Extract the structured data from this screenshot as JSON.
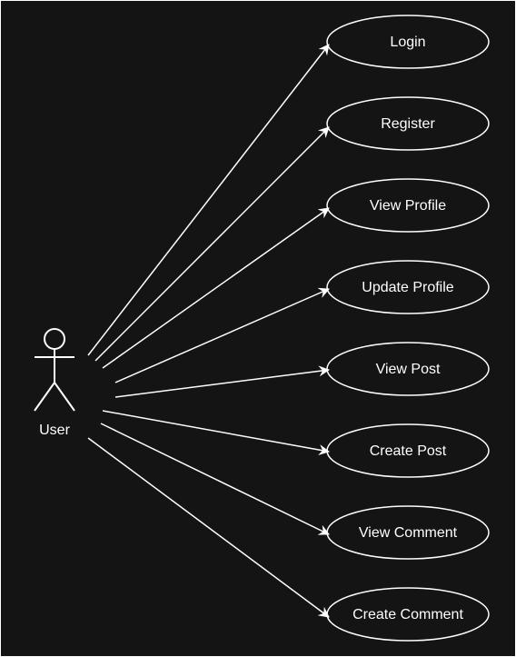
{
  "actor": {
    "label": "User"
  },
  "use_cases": [
    {
      "label": "Login"
    },
    {
      "label": "Register"
    },
    {
      "label": "View Profile"
    },
    {
      "label": "Update Profile"
    },
    {
      "label": "View Post"
    },
    {
      "label": "Create Post"
    },
    {
      "label": "View Comment"
    },
    {
      "label": "Create Comment"
    }
  ],
  "colors": {
    "background": "#141414",
    "stroke": "#ffffff",
    "text": "#ffffff"
  }
}
